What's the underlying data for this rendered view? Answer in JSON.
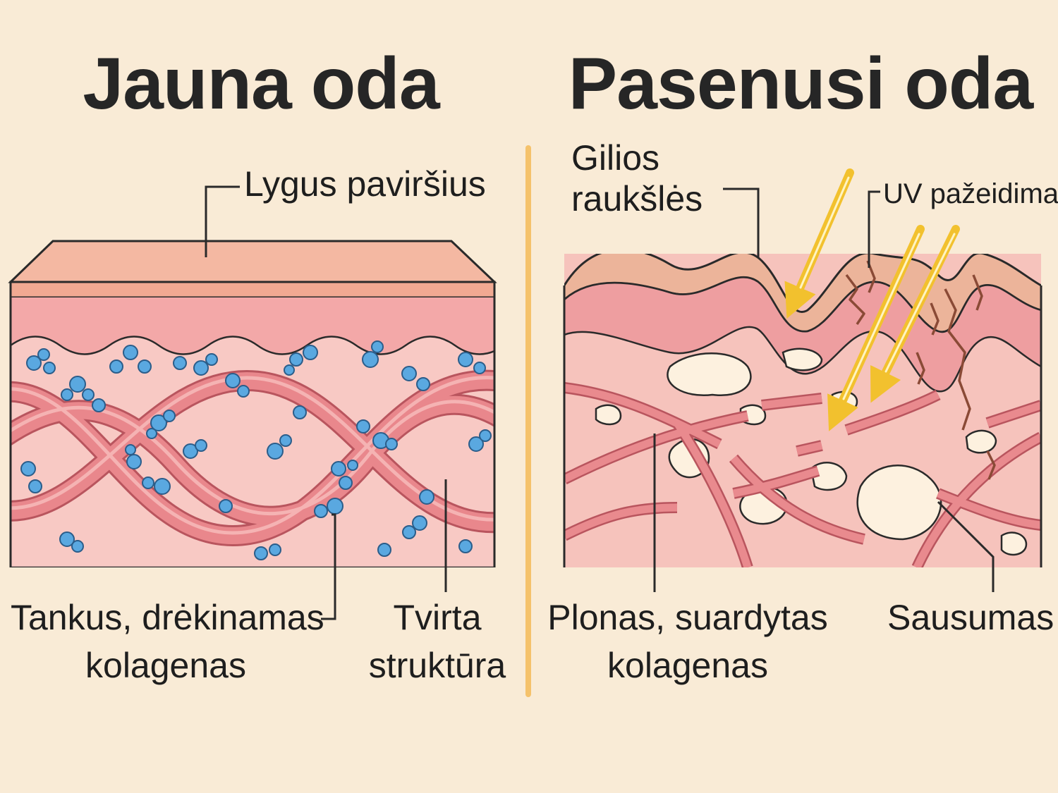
{
  "colors": {
    "background": "#f9ebd6",
    "divider": "#f5c26b",
    "epidermis": "#f3b2a0",
    "dermis": "#f7c4bd",
    "collagen": "#e77f86",
    "collagen_dark": "#b9555e",
    "molecule": "#5aa8e0",
    "uv_arrow": "#f2c12e",
    "crack": "#8a4a36",
    "dry_pocket": "#fdf1df"
  },
  "left_panel": {
    "title": "Jauna oda",
    "labels": {
      "surface": "Lygus paviršius",
      "collagen_line1": "Tankus, drėkinamas",
      "collagen_line2": "kolagenas",
      "structure_line1": "Tvirta",
      "structure_line2": "struktūra"
    }
  },
  "right_panel": {
    "title": "Pasenusi oda",
    "labels": {
      "wrinkles_line1": "Gilios",
      "wrinkles_line2": "raukšlės",
      "uv": "UV pažeidimai",
      "collagen_line1": "Plonas, suardytas",
      "collagen_line2": "kolagenas",
      "dryness": "Sausumas"
    }
  }
}
